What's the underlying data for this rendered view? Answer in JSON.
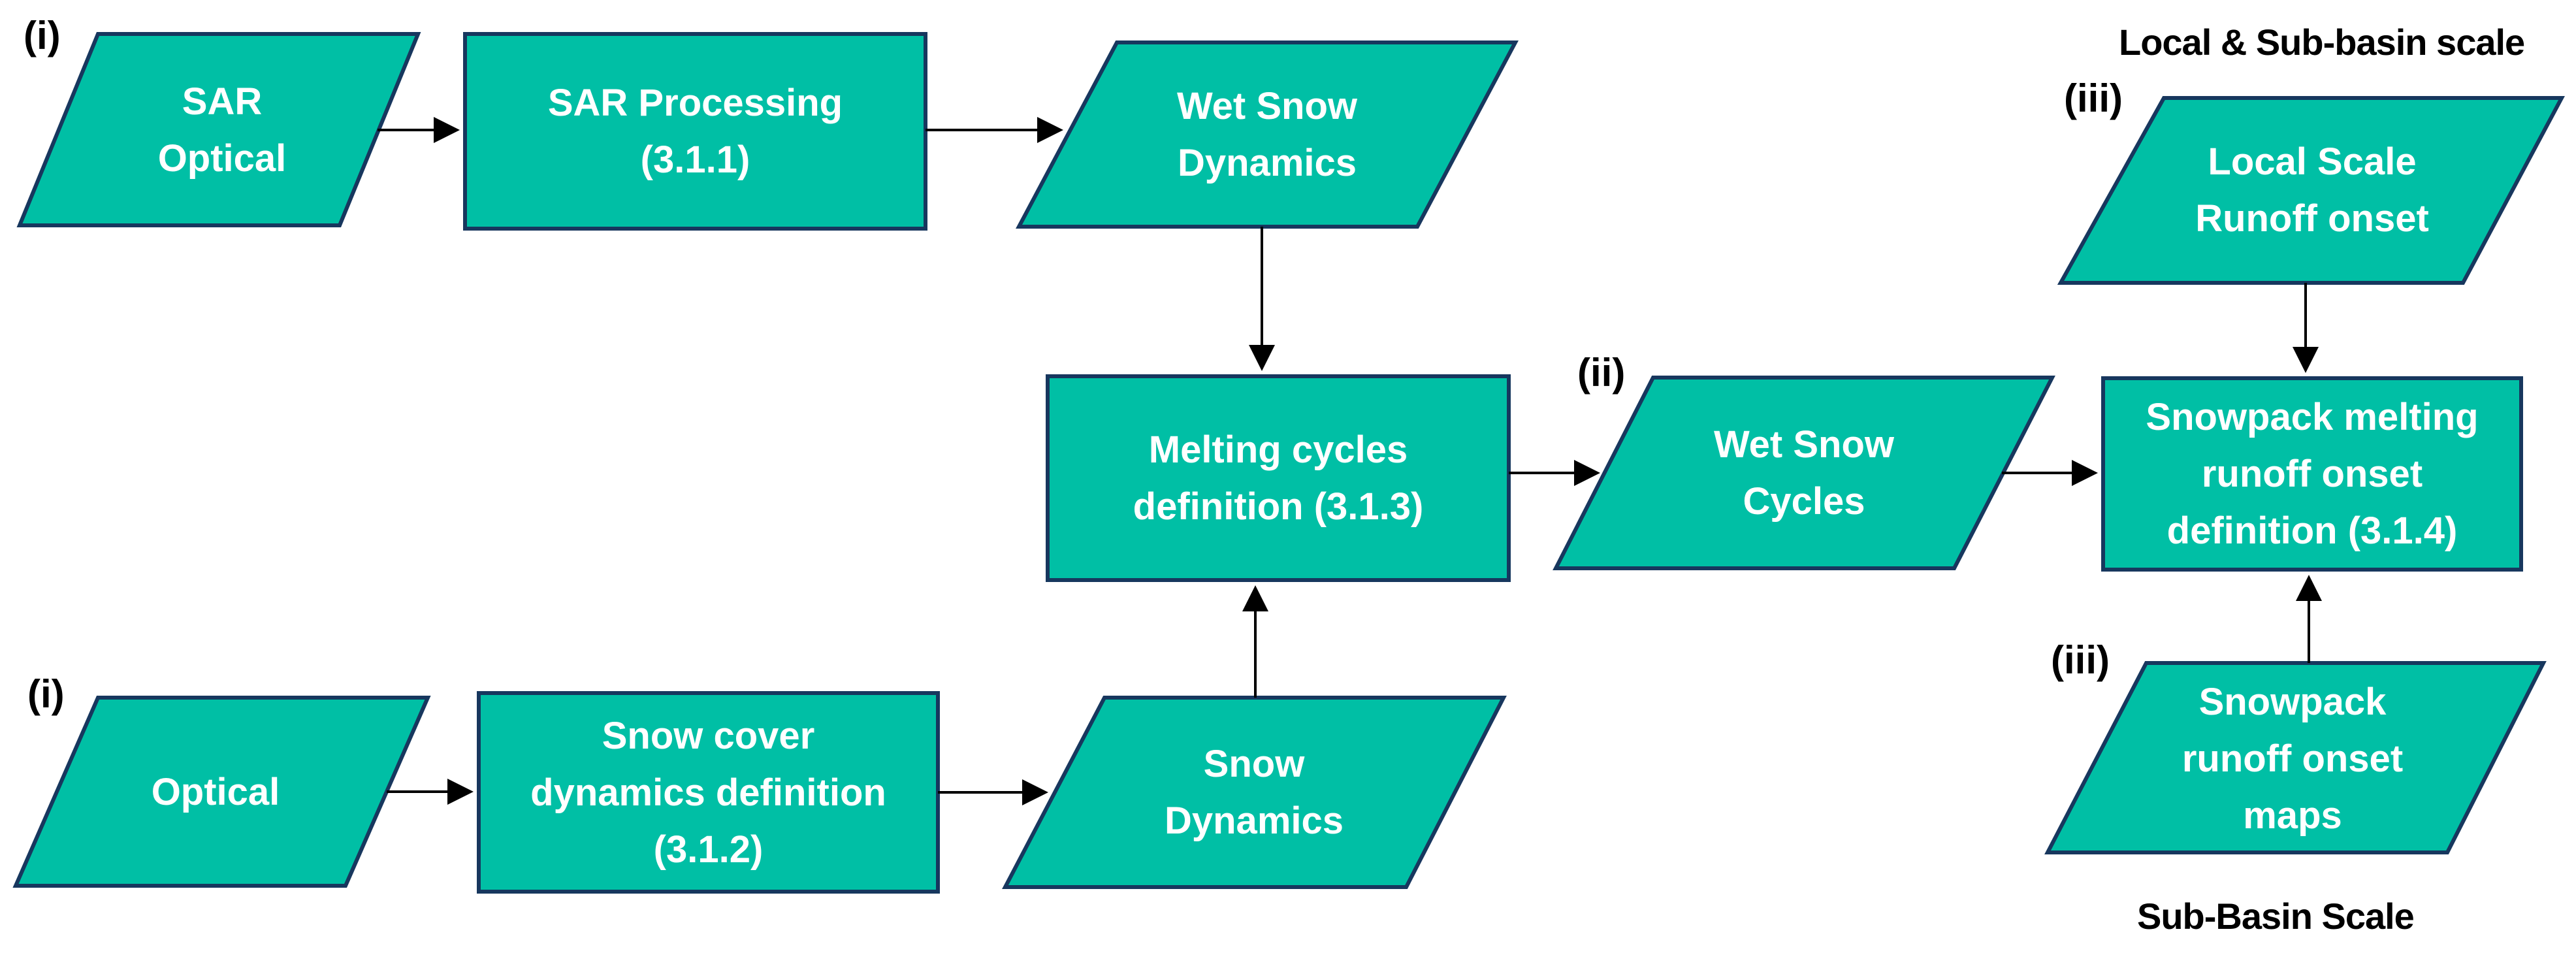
{
  "diagram": {
    "colors": {
      "shape_fill": "#00BFA5",
      "shape_border": "#17375E",
      "node_text": "#FFFFFF",
      "label_text": "#000000",
      "edge": "#000000",
      "background": "#FFFFFF"
    },
    "nodes": {
      "sar_optical": {
        "kind": "data-parallelogram",
        "lines": [
          "SAR",
          "Optical"
        ]
      },
      "sar_processing": {
        "kind": "process-rectangle",
        "lines": [
          "SAR Processing",
          "(3.1.1)"
        ]
      },
      "wet_snow_dynamics": {
        "kind": "data-parallelogram",
        "lines": [
          "Wet Snow",
          "Dynamics"
        ]
      },
      "melting_cycles": {
        "kind": "process-rectangle",
        "lines": [
          "Melting cycles",
          "definition (3.1.3)"
        ]
      },
      "wet_snow_cycles": {
        "kind": "data-parallelogram",
        "lines": [
          "Wet Snow",
          "Cycles"
        ]
      },
      "snowpack_melting": {
        "kind": "process-rectangle",
        "lines": [
          "Snowpack melting",
          "runoff onset",
          "definition (3.1.4)"
        ]
      },
      "local_scale_runoff": {
        "kind": "data-parallelogram",
        "lines": [
          "Local Scale",
          "Runoff onset"
        ]
      },
      "snowpack_runoff_maps": {
        "kind": "data-parallelogram",
        "lines": [
          "Snowpack",
          "runoff onset",
          "maps"
        ]
      },
      "optical": {
        "kind": "data-parallelogram",
        "lines": [
          "Optical"
        ]
      },
      "snow_cover": {
        "kind": "process-rectangle",
        "lines": [
          "Snow cover",
          "dynamics definition",
          "(3.1.2)"
        ]
      },
      "snow_dynamics": {
        "kind": "data-parallelogram",
        "lines": [
          "Snow",
          "Dynamics"
        ]
      }
    },
    "labels": {
      "step_i_top": "(i)",
      "step_i_bottom": "(i)",
      "step_ii": "(ii)",
      "step_iii_top": "(iii)",
      "step_iii_bottom": "(iii)",
      "scale_top": "Local & Sub-basin scale",
      "scale_bottom": "Sub-Basin Scale"
    },
    "edges": [
      {
        "from": "sar_optical",
        "to": "sar_processing"
      },
      {
        "from": "sar_processing",
        "to": "wet_snow_dynamics"
      },
      {
        "from": "wet_snow_dynamics",
        "to": "melting_cycles"
      },
      {
        "from": "melting_cycles",
        "to": "wet_snow_cycles"
      },
      {
        "from": "wet_snow_cycles",
        "to": "snowpack_melting"
      },
      {
        "from": "local_scale_runoff",
        "to": "snowpack_melting"
      },
      {
        "from": "snowpack_runoff_maps",
        "to": "snowpack_melting"
      },
      {
        "from": "optical",
        "to": "snow_cover"
      },
      {
        "from": "snow_cover",
        "to": "snow_dynamics"
      },
      {
        "from": "snow_dynamics",
        "to": "melting_cycles"
      }
    ]
  }
}
